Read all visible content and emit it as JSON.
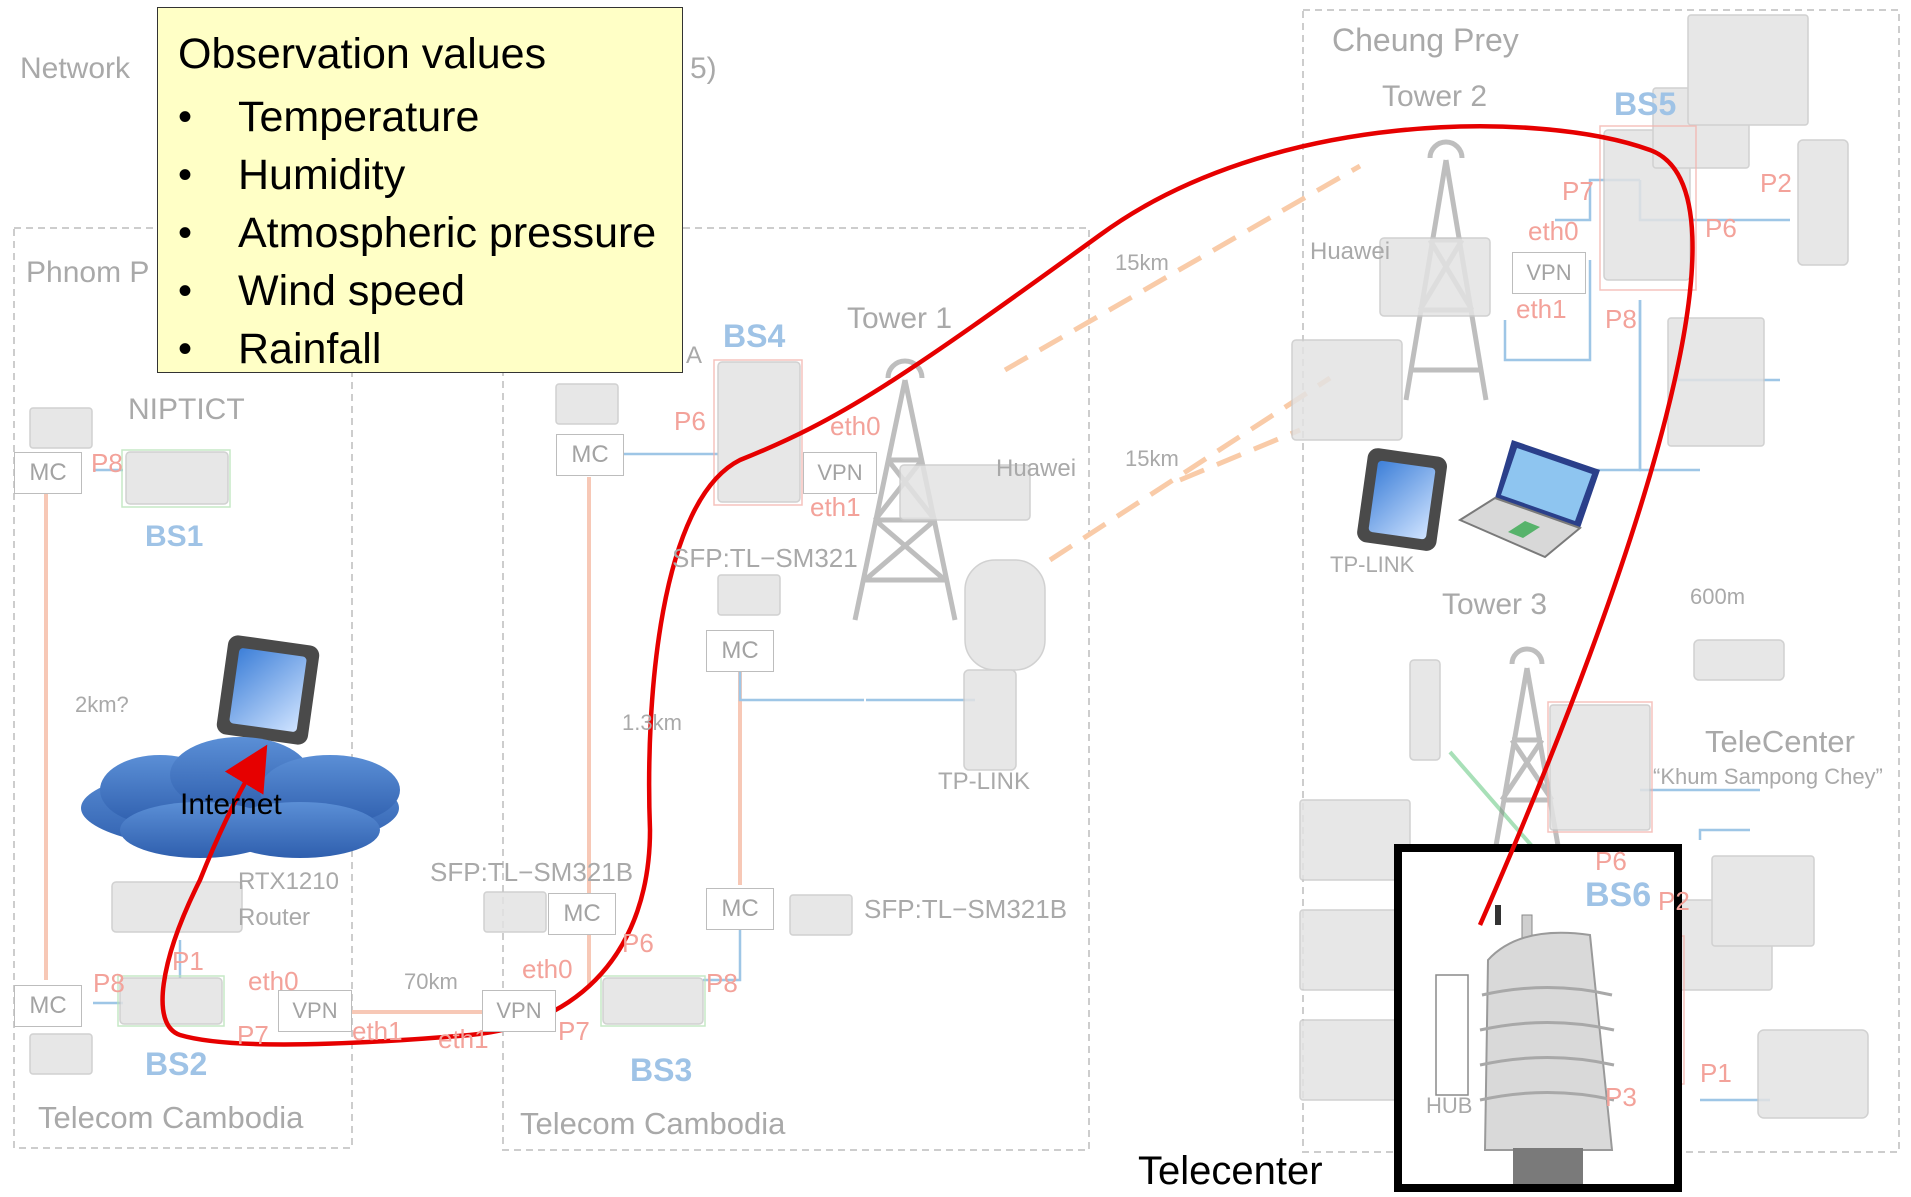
{
  "legend": {
    "title": "Observation values",
    "items": [
      "Temperature",
      "Humidity",
      "Atmospheric pressure",
      "Wind speed",
      "Rainfall"
    ]
  },
  "regions": {
    "network_title": "Network",
    "network_title_suffix": "5)",
    "phnom_penh": "Phnom P",
    "cheung_prey": "Cheung Prey",
    "telecom_left": "Telecom Cambodia",
    "telecom_mid": "Telecom Cambodia"
  },
  "nodes": {
    "niptict": "NIPTICT",
    "bs1": "BS1",
    "bs2": "BS2",
    "bs3": "BS3",
    "bs4": "BS4",
    "bs5": "BS5",
    "bs6": "BS6",
    "tower1": "Tower 1",
    "tower2": "Tower 2",
    "tower3": "Tower 3",
    "huawei_1": "Huawei",
    "huawei_2": "Huawei",
    "tp_link_1": "TP-LINK",
    "tp_link_2": "TP-LINK",
    "sfp_1": "SFP:TL−SM321",
    "sfp_2": "SFP:TL−SM321B",
    "sfp_3": "SFP:TL−SM321B",
    "router_model": "RTX1210",
    "router": "Router",
    "telecenter_faded": "TeleCenter",
    "khum_sampong": "“Khum Sampong Chey”",
    "hub": "HUB",
    "internet": "Internet",
    "telecenter": "Telecenter",
    "partial_a": "A"
  },
  "boxes": {
    "mc": "MC",
    "vpn": "VPN"
  },
  "ports": {
    "p1": "P1",
    "p2": "P2",
    "p3": "P3",
    "p6": "P6",
    "p7": "P7",
    "p8": "P8",
    "eth0": "eth0",
    "eth1": "eth1"
  },
  "distances": {
    "d_2km": "2km?",
    "d_70km": "70km",
    "d_13km": "1.3km",
    "d_15km_a": "15km",
    "d_15km_b": "15km",
    "d_600m": "600m"
  },
  "colors": {
    "route": "#e60000",
    "fiber": "#f7c8b6",
    "ethernet": "#9ec6e6",
    "wireless": "#f9cba8",
    "legend_bg": "#ffffc6",
    "cloud": "#3b73c4"
  }
}
